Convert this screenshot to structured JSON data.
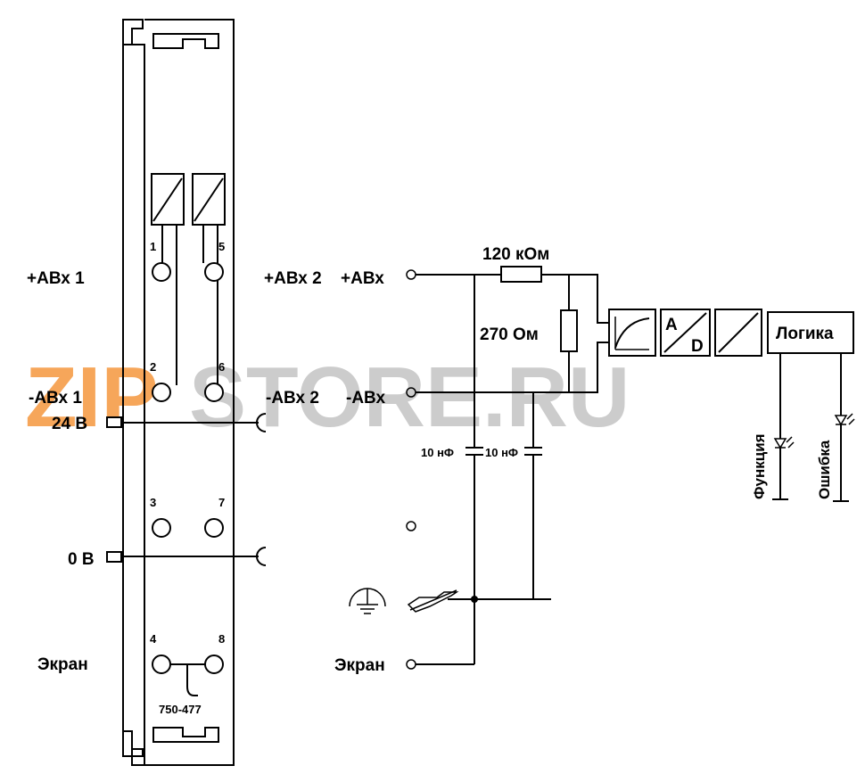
{
  "module": {
    "part_number": "750-477"
  },
  "watermark": {
    "text_orange": "ZIP",
    "text_gray": "STORE.RU",
    "color_orange": "#f6a65a",
    "color_gray": "#c9c9c9"
  },
  "left_labels": {
    "ab1_plus": "+АВх 1",
    "ab1_minus": "-АВх 1",
    "v24": "24 В",
    "v0": "0 В",
    "shield": "Экран"
  },
  "pins": {
    "p1": "1",
    "p2": "2",
    "p3": "3",
    "p4": "4",
    "p5": "5",
    "p6": "6",
    "p7": "7",
    "p8": "8"
  },
  "schematic": {
    "ab2_plus": "+АВх 2",
    "abx_plus": "+АВх",
    "ab2_minus": "-АВх 2",
    "abx_minus": "-АВх",
    "shield": "Экран",
    "res_top": "120 кОм",
    "res_side": "270 Ом",
    "cap_left": "10 нФ",
    "cap_right": "10 нФ",
    "adc_a": "A",
    "adc_d": "D",
    "logic": "Логика",
    "led_function": "Функция",
    "led_error": "Ошибка"
  }
}
